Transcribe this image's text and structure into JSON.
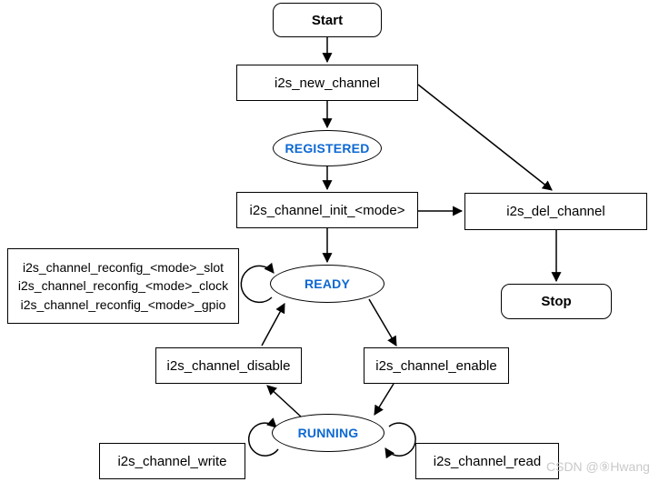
{
  "diagram": {
    "type": "state-flowchart",
    "subject": "I2S channel driver lifecycle",
    "colors": {
      "state_text": "#0d68d2",
      "line": "#000000",
      "node_border": "#000000",
      "background": "#ffffff",
      "watermark": "#c9c9c9"
    },
    "nodes": {
      "start": {
        "label": "Start"
      },
      "new_channel": {
        "label": "i2s_new_channel"
      },
      "registered": {
        "label": "REGISTERED"
      },
      "channel_init": {
        "label": "i2s_channel_init_<mode>"
      },
      "del_channel": {
        "label": "i2s_del_channel"
      },
      "stop": {
        "label": "Stop"
      },
      "ready": {
        "label": "READY"
      },
      "reconfig": {
        "lines": [
          "i2s_channel_reconfig_<mode>_slot",
          "i2s_channel_reconfig_<mode>_clock",
          "i2s_channel_reconfig_<mode>_gpio"
        ]
      },
      "disable": {
        "label": "i2s_channel_disable"
      },
      "enable": {
        "label": "i2s_channel_enable"
      },
      "running": {
        "label": "RUNNING"
      },
      "write": {
        "label": "i2s_channel_write"
      },
      "read": {
        "label": "i2s_channel_read"
      }
    },
    "edges": [
      "start -> i2s_new_channel",
      "i2s_new_channel -> REGISTERED",
      "i2s_new_channel -> i2s_del_channel",
      "REGISTERED -> i2s_channel_init_<mode>",
      "i2s_channel_init_<mode> -> i2s_del_channel",
      "i2s_channel_init_<mode> -> READY",
      "i2s_del_channel -> stop",
      "READY -> READY (reconfig self-loop)",
      "READY -> i2s_channel_enable",
      "i2s_channel_disable -> READY",
      "i2s_channel_enable -> RUNNING",
      "RUNNING -> i2s_channel_disable",
      "RUNNING -> RUNNING (write self-loop)",
      "RUNNING -> RUNNING (read self-loop)"
    ],
    "watermark": "CSDN @⑨Hwang"
  }
}
